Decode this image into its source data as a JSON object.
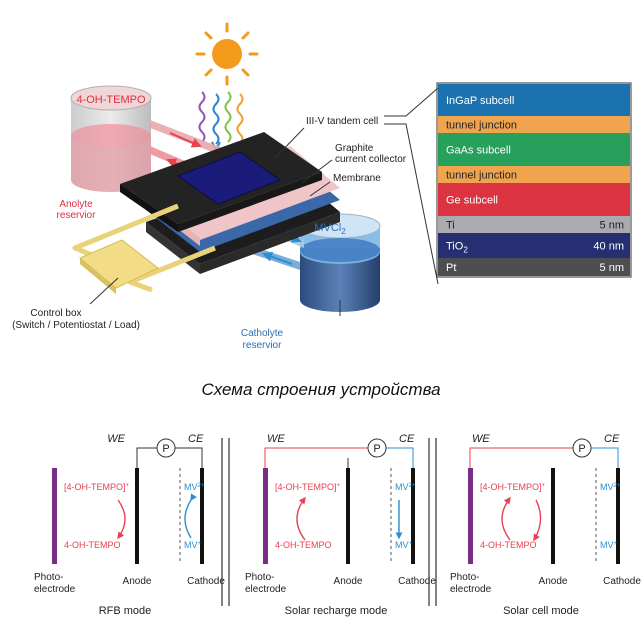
{
  "top": {
    "anolyte_tank_label": "4-OH-TEMPO",
    "anolyte_reservoir": [
      "Anolyte",
      "reservior"
    ],
    "catholyte_tank_label": "MVCl",
    "catholyte_tank_sub": "2",
    "catholyte_reservoir": [
      "Catholyte",
      "reservior"
    ],
    "tandem_cell_label": "III-V tandem cell",
    "collector_label": [
      "Graphite",
      "current collector"
    ],
    "membrane_label": "Membrane",
    "control_box": [
      "Control box",
      "(Switch / Potentiostat / Load)"
    ]
  },
  "layers": [
    {
      "name": "InGaP subcell",
      "thickness": "",
      "color": "#1b72ae"
    },
    {
      "name": "tunnel junction",
      "thickness": "",
      "color": "#f0a44e"
    },
    {
      "name": "GaAs subcell",
      "thickness": "",
      "color": "#26a05a"
    },
    {
      "name": "tunnel junction",
      "thickness": "",
      "color": "#f0a44e"
    },
    {
      "name": "Ge subcell",
      "thickness": "",
      "color": "#dc3342"
    },
    {
      "name": "Ti",
      "thickness": "5 nm",
      "color": "#a9abae"
    },
    {
      "name": "TiO",
      "sub": "2",
      "thickness": "40 nm",
      "color": "#272f73"
    },
    {
      "name": "Pt",
      "thickness": "5 nm",
      "color": "#4d4e50"
    }
  ],
  "caption": "Схема строения устройства",
  "modes": [
    {
      "title": "RFB mode",
      "we": "WE",
      "ce": "CE",
      "p": "P",
      "ox": "[4-OH-TEMPO]",
      "ox_sup": "+",
      "red": "4-OH-TEMPO",
      "mv_top": "MV",
      "mv_top_sup": "2+",
      "mv_bot": "MV",
      "mv_bot_sup": "+",
      "photo": [
        "Photo-",
        "electrode"
      ],
      "anode": "Anode",
      "cathode": "Cathode"
    },
    {
      "title": "Solar recharge mode",
      "we": "WE",
      "ce": "CE",
      "p": "P",
      "ox": "[4-OH-TEMPO]",
      "ox_sup": "+",
      "red": "4-OH-TEMPO",
      "mv_top": "MV",
      "mv_top_sup": "2+",
      "mv_bot": "MV",
      "mv_bot_sup": "+",
      "photo": [
        "Photo-",
        "electrode"
      ],
      "anode": "Anode",
      "cathode": "Cathode"
    },
    {
      "title": "Solar cell mode",
      "we": "WE",
      "ce": "CE",
      "p": "P",
      "ox": "[4-OH-TEMPO]",
      "ox_sup": "+",
      "red": "4-OH-TEMPO",
      "mv_top": "MV",
      "mv_top_sup": "2+",
      "mv_bot": "MV",
      "mv_bot_sup": "+",
      "photo": [
        "Photo-",
        "electrode"
      ],
      "anode": "Anode",
      "cathode": "Cathode"
    }
  ],
  "colors": {
    "anolyte": "#e8424f",
    "catholyte": "#2b8fd0",
    "photoelectrode": "#7a2d86",
    "sun": "#f39a1d"
  }
}
